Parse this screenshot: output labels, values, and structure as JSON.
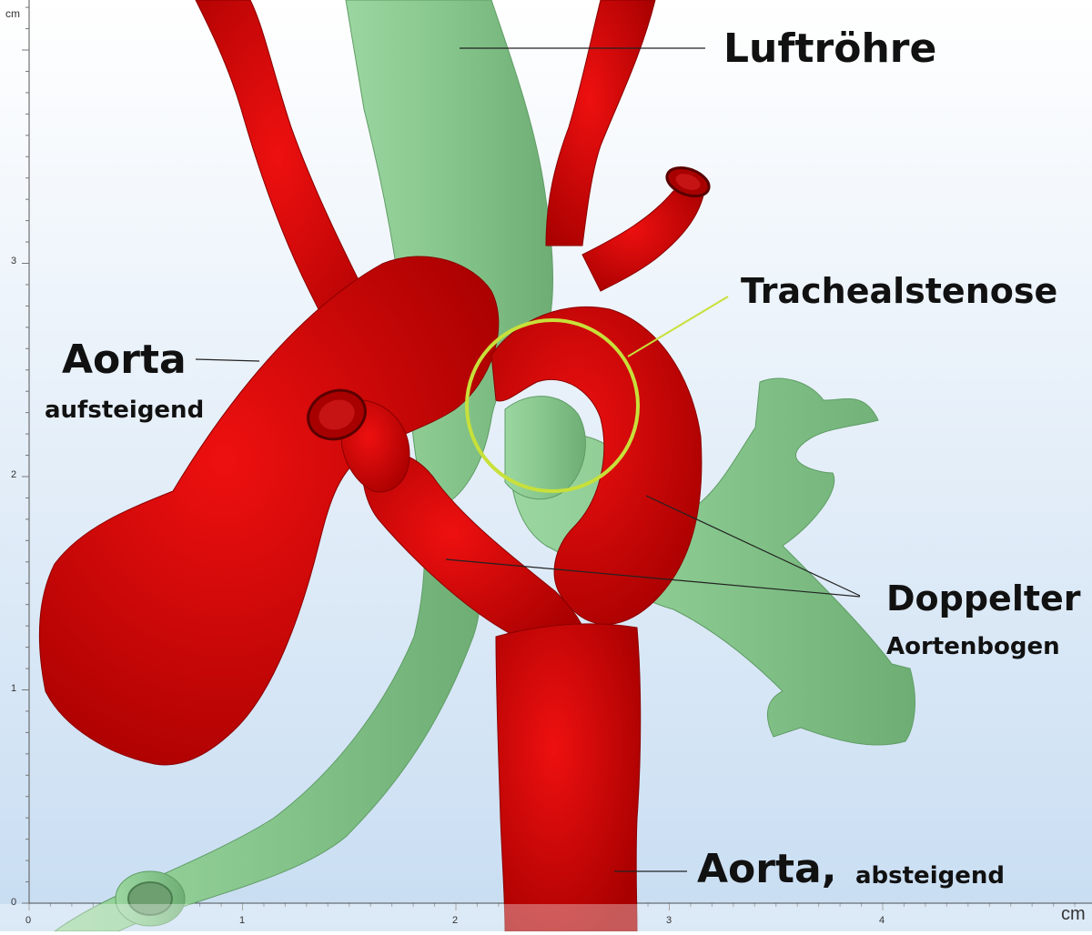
{
  "labels": {
    "trachea": "Luftröhre",
    "stenosis": "Trachealstenose",
    "aorta_asc_title": "Aorta",
    "aorta_asc_sub": "aufsteigend",
    "double_arch_title": "Doppelter",
    "double_arch_sub": "Aortenbogen",
    "aorta_desc_title": "Aorta,",
    "aorta_desc_sub": "absteigend"
  },
  "axes": {
    "x_unit": "cm",
    "y_unit": "cm",
    "x_ticks": [
      "0",
      "1",
      "2",
      "3",
      "4"
    ],
    "y_ticks": [
      "0",
      "1",
      "2",
      "3"
    ]
  },
  "colors": {
    "vessel": "#d00000",
    "trachea": "#8fcf95",
    "stenosis_ring": "#c8e03a",
    "background_top": "#ffffff",
    "background_bottom": "#c8ddf2"
  }
}
